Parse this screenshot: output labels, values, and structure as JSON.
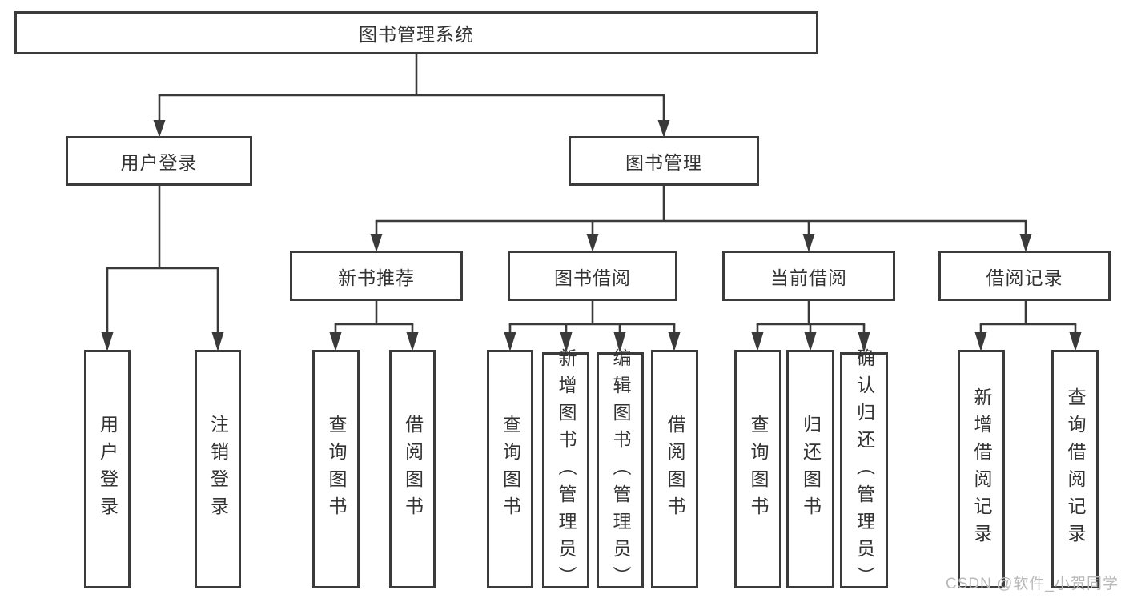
{
  "colors": {
    "line": "#3a3a3a",
    "box_border": "#3b3b3b",
    "text": "#333333",
    "watermark": "#b9b9b9",
    "background": "#ffffff"
  },
  "tree": {
    "root": {
      "label": "图书管理系统"
    },
    "branches": [
      {
        "label": "用户登录",
        "children": [
          {
            "label": "用户登录"
          },
          {
            "label": "注销登录"
          }
        ]
      },
      {
        "label": "图书管理",
        "children": [
          {
            "label": "新书推荐",
            "children": [
              {
                "label": "查询图书"
              },
              {
                "label": "借阅图书"
              }
            ]
          },
          {
            "label": "图书借阅",
            "children": [
              {
                "label": "查询图书"
              },
              {
                "label": "新增图书（管理员）"
              },
              {
                "label": "编辑图书（管理员）"
              },
              {
                "label": "借阅图书"
              }
            ]
          },
          {
            "label": "当前借阅",
            "children": [
              {
                "label": "查询图书"
              },
              {
                "label": "归还图书"
              },
              {
                "label": "确认归还（管理员）"
              }
            ]
          },
          {
            "label": "借阅记录",
            "children": [
              {
                "label": "新增借阅记录"
              },
              {
                "label": "查询借阅记录"
              }
            ]
          }
        ]
      }
    ]
  },
  "watermark": "CSDN @软件_小贺同学"
}
